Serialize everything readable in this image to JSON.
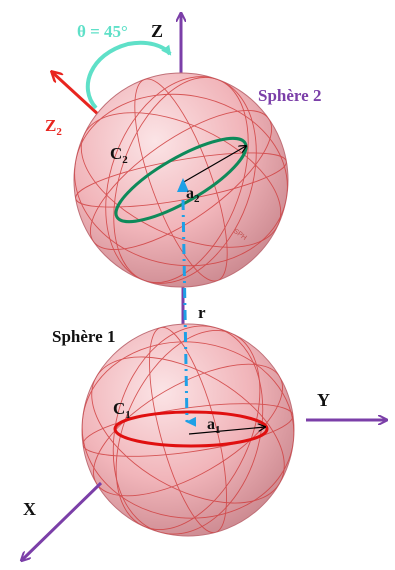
{
  "labels": {
    "theta": "θ = 45°",
    "z_axis": "Z",
    "z2_axis": "Z",
    "z2_sub": "2",
    "sphere2": "Sphère 2",
    "sphere1": "Sphère 1",
    "c2": "C",
    "c2_sub": "2",
    "a2": "a",
    "a2_sub": "2",
    "r": "r",
    "c1": "C",
    "c1_sub": "1",
    "a1": "a",
    "a1_sub": "1",
    "y_axis": "Y",
    "x_axis": "X",
    "watermark": "SPH"
  },
  "colors": {
    "theta": "#5FE0C8",
    "z2_axis": "#E8251F",
    "purple": "#7B3FA8",
    "sphere_fill": "#F2B3B8",
    "grid": "#D04040",
    "circle_c2": "#0E8A5A",
    "circle_c1": "#E01010",
    "dashdot": "#1EA0E6"
  }
}
